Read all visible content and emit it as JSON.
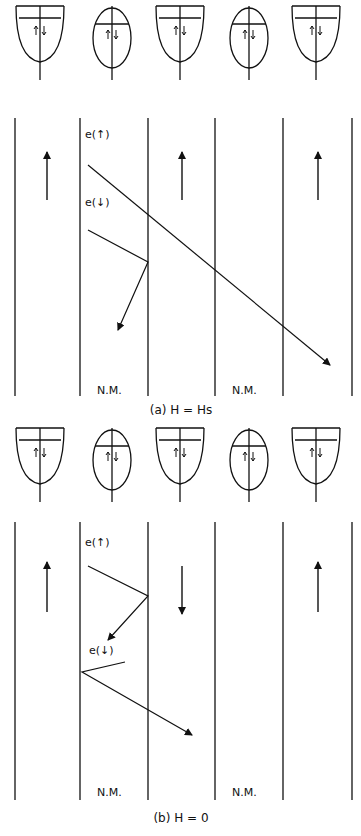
{
  "diagram": {
    "labels": [
      "e(↑)",
      "e(↓)",
      "N.M.",
      "N.M.",
      "(a) H = Hs",
      "e(↑)",
      "e(↓)",
      "N.M.",
      "N.M.",
      "(b) H = 0"
    ]
  }
}
